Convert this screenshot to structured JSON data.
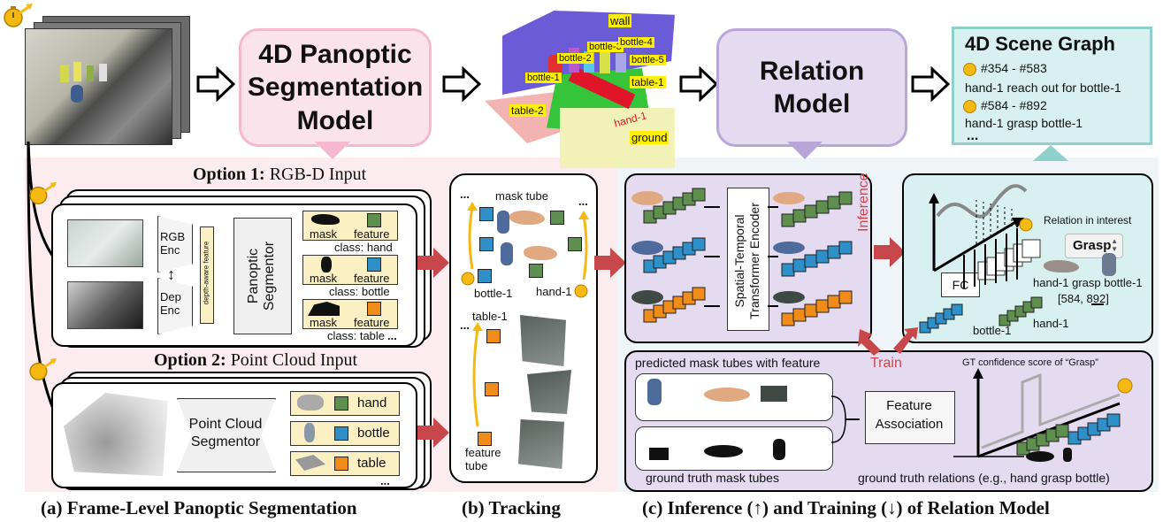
{
  "stages": {
    "panoptic_model": "4D Panoptic\nSegmentation\nModel",
    "relation_model": "Relation\nModel",
    "scene_graph_title": "4D Scene Graph",
    "scene_graph_lines": [
      "#354 - #583",
      "hand-1 reach out for bottle-1",
      "#584 - #892",
      "hand-1 grasp bottle-1",
      "..."
    ]
  },
  "scene_labels": [
    "wall",
    "bottle-2",
    "bottle-3",
    "bottle-4",
    "bottle-5",
    "bottle-1",
    "table-1",
    "table-2",
    "hand-1",
    "ground"
  ],
  "option1": {
    "prefix": "Option 1:",
    "title": "RGB-D Input",
    "rgb_enc": "RGB\nEnc",
    "dep_enc": "Dep\nEnc",
    "depth_feature": "depth-aware feature",
    "segmentor": "Panoptic\nSegmentor",
    "rows": [
      {
        "mask": "mask",
        "feature": "feature",
        "class": "class: hand"
      },
      {
        "mask": "mask",
        "feature": "feature",
        "class": "class: bottle"
      },
      {
        "mask": "mask",
        "feature": "feature",
        "class": "class: table"
      }
    ],
    "ellipsis": "..."
  },
  "option2": {
    "prefix": "Option 2:",
    "title": "Point Cloud Input",
    "segmentor": "Point Cloud\nSegmentor",
    "rows": [
      "hand",
      "bottle",
      "table"
    ],
    "ellipsis": "..."
  },
  "tracking": {
    "mask_tube": "mask tube",
    "bottle": "bottle-1",
    "hand": "hand-1",
    "table": "table-1",
    "feature_tube": "feature\ntube",
    "ellipsis": "..."
  },
  "relation": {
    "encoder": "Spatial-Temporal\nTransformer Encoder",
    "inference": "Inference",
    "train": "Train",
    "relation_interest": "Relation in interest",
    "grasp": "Grasp",
    "fc": "FC",
    "bottle": "bottle-1",
    "hand": "hand-1",
    "triple": "hand-1 grasp bottle-1",
    "range": "[584, 892]",
    "predicted": "predicted mask tubes with feature",
    "gt_tubes": "ground truth mask tubes",
    "feature_assoc": "Feature\nAssociation",
    "gt_score": "GT confidence score of “Grasp”",
    "gt_relations": "ground truth relations (e.g., hand grasp bottle)"
  },
  "captions": {
    "a": "(a) Frame-Level Panoptic Segmentation",
    "b": "(b) Tracking",
    "c": "(c) Inference (↑) and Training (↓) of Relation Model"
  },
  "colors": {
    "pink": "#f4b8cf",
    "pink_fill": "#fbe3ec",
    "purple": "#b9a6d8",
    "purple_fill": "#e4dbf1",
    "teal": "#8fd0cc",
    "teal_fill": "#d8f0ef",
    "arrow_red": "#c8474b"
  }
}
